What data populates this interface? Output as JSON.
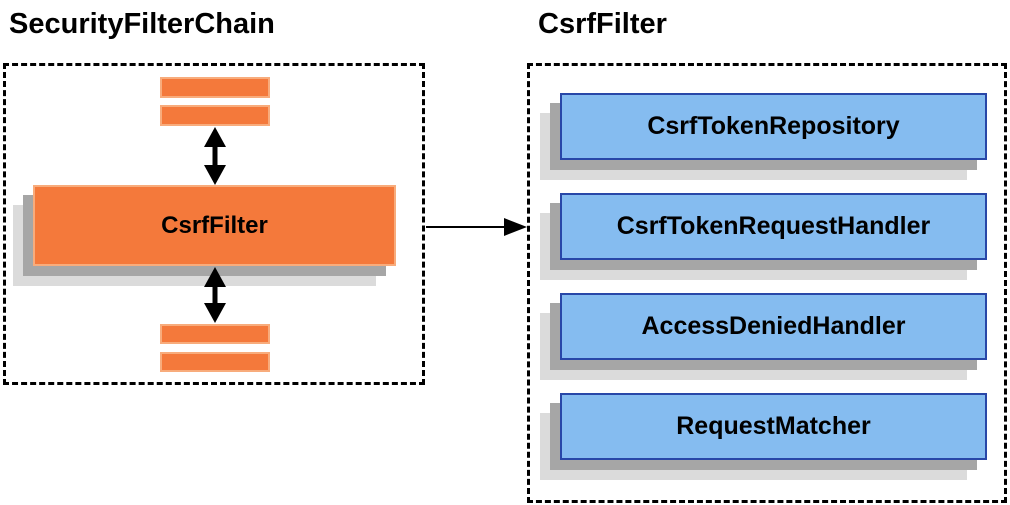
{
  "diagram": {
    "left_panel": {
      "title": "SecurityFilterChain",
      "filter_label": "CsrfFilter"
    },
    "right_panel": {
      "title": "CsrfFilter",
      "components": [
        "CsrfTokenRepository",
        "CsrfTokenRequestHandler",
        "AccessDeniedHandler",
        "RequestMatcher"
      ]
    },
    "icons": {
      "double_arrow": "↕",
      "flow_arrow": "→"
    },
    "colors": {
      "orange_fill": "#F4793B",
      "orange_border": "#F8AC7C",
      "blue_fill": "#85BCF0",
      "blue_border": "#2847A8",
      "shadow_dark": "#A6A6A6",
      "shadow_light": "#DBDBDB",
      "panel_border": "#000000",
      "arrow": "#000000",
      "text": "#000000"
    }
  }
}
